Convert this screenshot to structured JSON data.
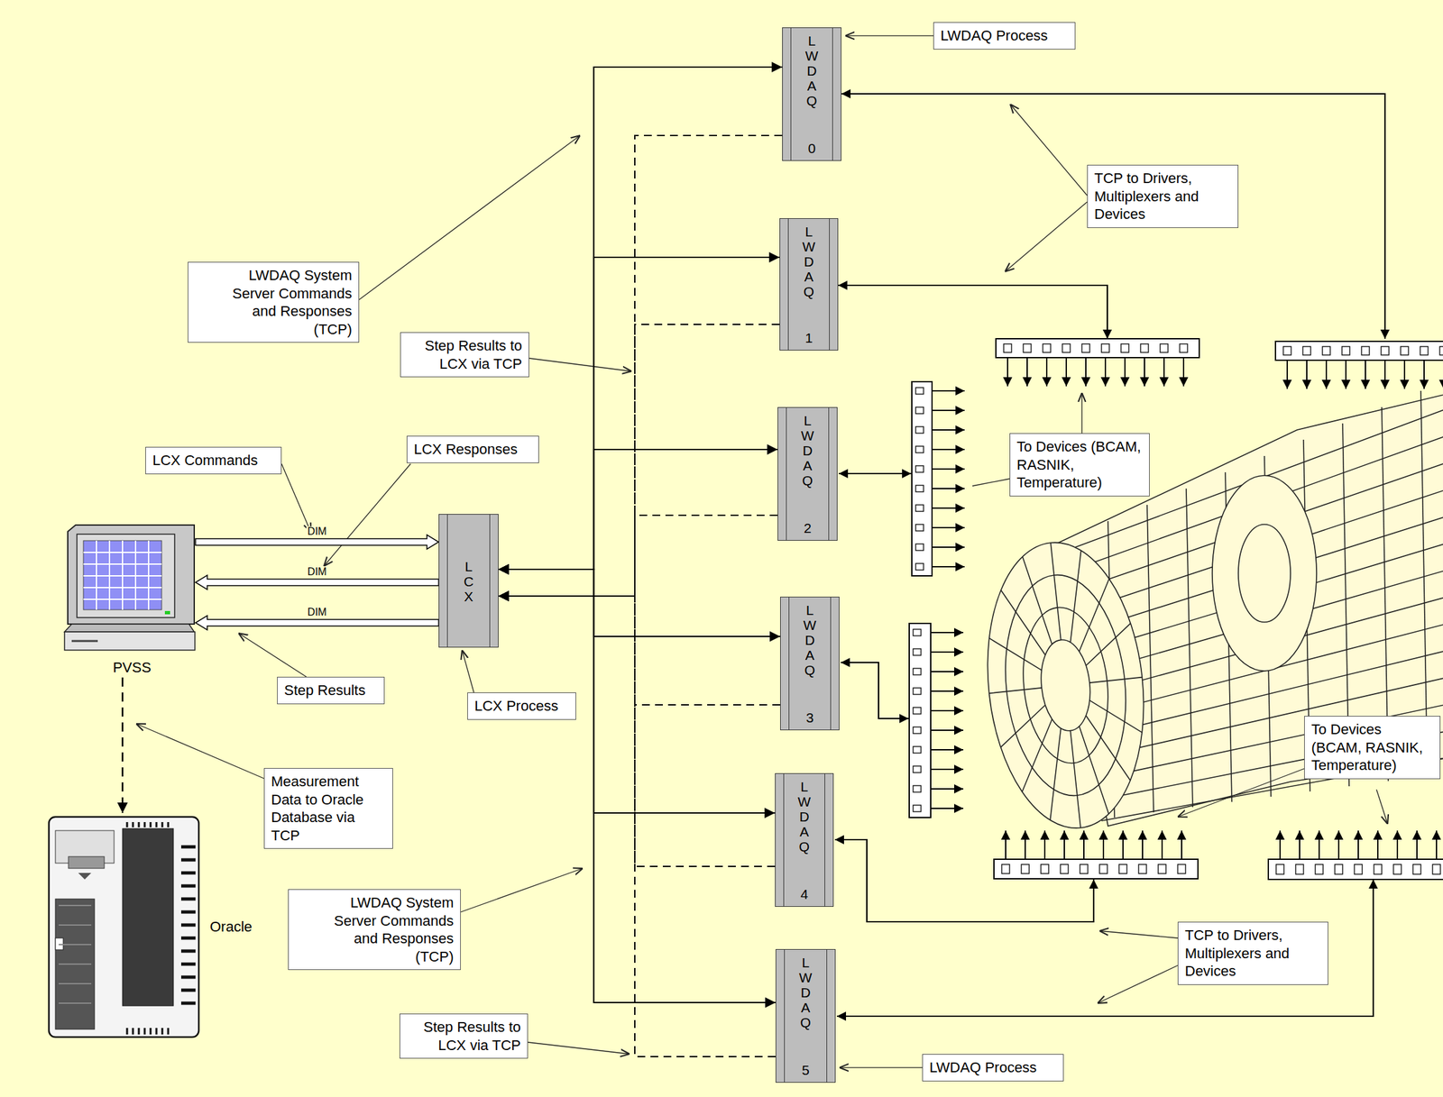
{
  "diagram": {
    "nodes": [
      {
        "text": [
          "LWDAQ Process"
        ]
      },
      {
        "text": [
          "LWDAQ",
          "0"
        ]
      },
      {
        "text": [
          "TCP to Drivers, Multiplexers and Devices"
        ]
      },
      {
        "text": [
          "LWDAQ System Server Commands and Responses (TCP)"
        ]
      },
      {
        "text": [
          "LWDAQ",
          "1"
        ]
      },
      {
        "text": [
          "Step Results to LCX via TCP"
        ]
      },
      {
        "text": [
          "LWDAQ",
          "2"
        ]
      },
      {
        "text": [
          "LCX Commands"
        ]
      },
      {
        "text": [
          "LCX Responses"
        ]
      },
      {
        "text": [
          "To Devices (BCAM, RASNIK, Temperature)"
        ]
      },
      {
        "text": [
          "PVSS"
        ]
      },
      {
        "text": [
          "LCX"
        ]
      },
      {
        "text": [
          "LWDAQ",
          "3"
        ]
      },
      {
        "text": [
          "Step Results"
        ]
      },
      {
        "text": [
          "LCX Process"
        ]
      },
      {
        "text": [
          "To Devices (BCAM, RASNIK, Temperature)"
        ]
      },
      {
        "text": [
          "Measurement Data to Oracle Database via TCP"
        ]
      },
      {
        "text": [
          "LWDAQ",
          "4"
        ]
      },
      {
        "text": [
          "Oracle"
        ]
      },
      {
        "text": [
          "LWDAQ System Server Commands and Responses (TCP)"
        ]
      },
      {
        "text": [
          "TCP to Drivers, Multiplexers and Devices"
        ]
      },
      {
        "text": [
          "Step Results to LCX via TCP"
        ]
      },
      {
        "text": [
          "LWDAQ",
          "5"
        ]
      },
      {
        "text": [
          "LWDAQ Process"
        ]
      }
    ],
    "edges": [
      {
        "from": 11,
        "to": 1,
        "arrow": "both"
      },
      {
        "from": 11,
        "to": 4,
        "arrow": "both"
      },
      {
        "from": 11,
        "to": 6,
        "arrow": "both"
      },
      {
        "from": 11,
        "to": 12,
        "arrow": "both"
      },
      {
        "from": 11,
        "to": 17,
        "arrow": "both"
      },
      {
        "from": 11,
        "to": 22,
        "arrow": "both"
      },
      {
        "from": 1,
        "to": 11,
        "arrow": "to"
      },
      {
        "from": 4,
        "to": 11,
        "arrow": "to"
      },
      {
        "from": 6,
        "to": 11,
        "arrow": "to"
      },
      {
        "from": 12,
        "to": 11,
        "arrow": "to"
      },
      {
        "from": 17,
        "to": 11,
        "arrow": "to"
      },
      {
        "from": 22,
        "to": 11,
        "arrow": "to"
      },
      {
        "from": 10,
        "to": 11,
        "label": "DIM",
        "arrow": "to"
      },
      {
        "from": 11,
        "to": 10,
        "label": "DIM",
        "arrow": "to"
      },
      {
        "from": 11,
        "to": 10,
        "label": "DIM",
        "arrow": "to"
      },
      {
        "from": 10,
        "to": 18,
        "arrow": "to"
      },
      {
        "from": 0,
        "to": 1,
        "arrow": "to"
      },
      {
        "from": 23,
        "to": 22,
        "arrow": "to"
      },
      {
        "from": 14,
        "to": 11,
        "arrow": "to"
      }
    ]
  }
}
